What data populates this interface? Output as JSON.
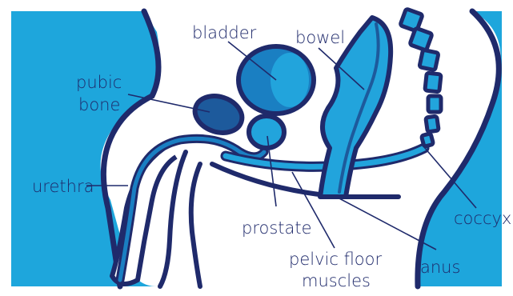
{
  "labels": {
    "bladder": "bladder",
    "bowel": "bowel",
    "pubic_line1": "pubic",
    "pubic_line2": "bone",
    "urethra": "urethra",
    "prostate": "prostate",
    "pelvic_line1": "pelvic floor",
    "pelvic_line2": "muscles",
    "anus": "anus",
    "coccyx": "coccyx"
  },
  "colors": {
    "background": "#1ea6dc",
    "body": "#ffffff",
    "outline": "#1f2a6b",
    "organ_mid": "#1a7fc2",
    "organ_light": "#22a4dc",
    "organ_dark": "#1d5a9c",
    "text": "#1f2a6b"
  }
}
